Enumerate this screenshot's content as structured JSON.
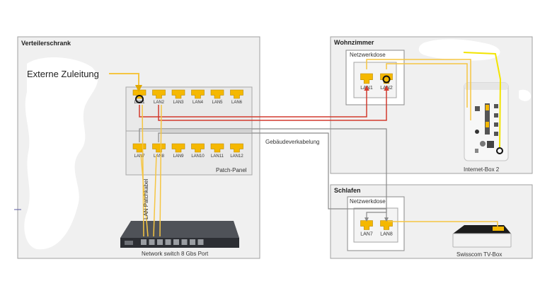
{
  "rooms": {
    "cabinet": "Verteilerschrank",
    "living": "Wohnzimmer",
    "sleeping": "Schlafen"
  },
  "external_feed": "Externe Zuleitung",
  "patch_panel": {
    "title": "Patch-Panel",
    "top_ports": [
      "LAN1",
      "LAN2",
      "LAN3",
      "LAN4",
      "LAN5",
      "LAN6"
    ],
    "bottom_ports": [
      "LAN7",
      "LAN8",
      "LAN9",
      "LAN10",
      "LAN11",
      "LAN12"
    ]
  },
  "switch": {
    "label": "Network switch 8 Gbs Port",
    "patch_cable_label": "LAN Patchkabel"
  },
  "living_socket": {
    "title": "Netzwerkdose",
    "ports": [
      "LAN1",
      "LAN2"
    ]
  },
  "sleeping_socket": {
    "title": "Netzwerkdose",
    "ports": [
      "LAN7",
      "LAN8"
    ]
  },
  "internet_box": "Internet-Box 2",
  "tv_box": "Swisscom TV-Box",
  "building_cabling": "Gebäudeverkabelung",
  "colors": {
    "port": "#f5b800",
    "cable_yellow": "#f5c542",
    "cable_red": "#d23a2e",
    "cable_grey": "#8a8a8a",
    "router_link": "#f2e400",
    "room_fill": "#f0f0f0",
    "room_border": "#a0a0a0"
  }
}
